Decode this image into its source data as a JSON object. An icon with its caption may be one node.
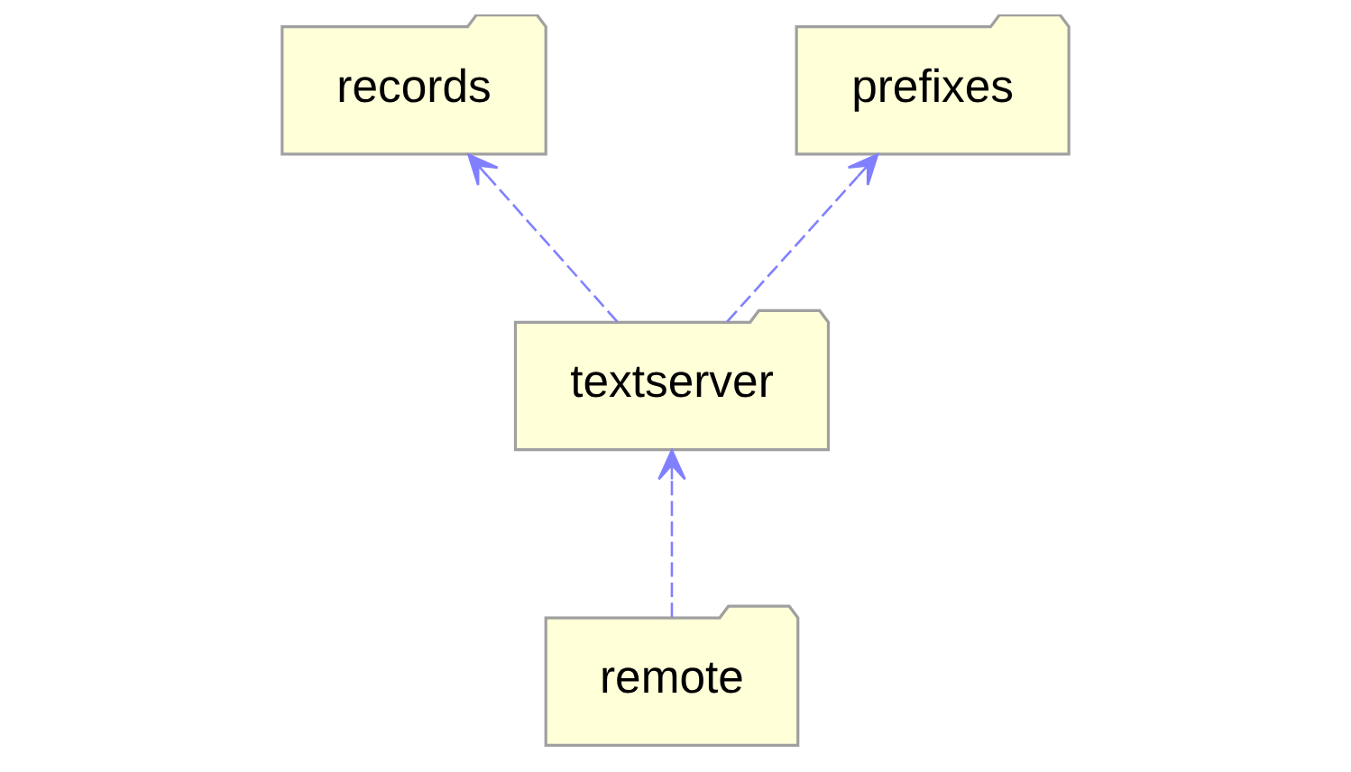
{
  "diagram": {
    "nodes": [
      {
        "text": [
          "records"
        ]
      },
      {
        "text": [
          "textserver"
        ]
      },
      {
        "text": [
          "prefixes"
        ]
      },
      {
        "text": [
          "remote"
        ]
      }
    ],
    "edges": [
      {
        "from": 1,
        "to": 0,
        "arrow": "to",
        "style": "dashed"
      },
      {
        "from": 1,
        "to": 2,
        "arrow": "to",
        "style": "dashed"
      },
      {
        "from": 3,
        "to": 1,
        "arrow": "to",
        "style": "dashed"
      }
    ]
  }
}
